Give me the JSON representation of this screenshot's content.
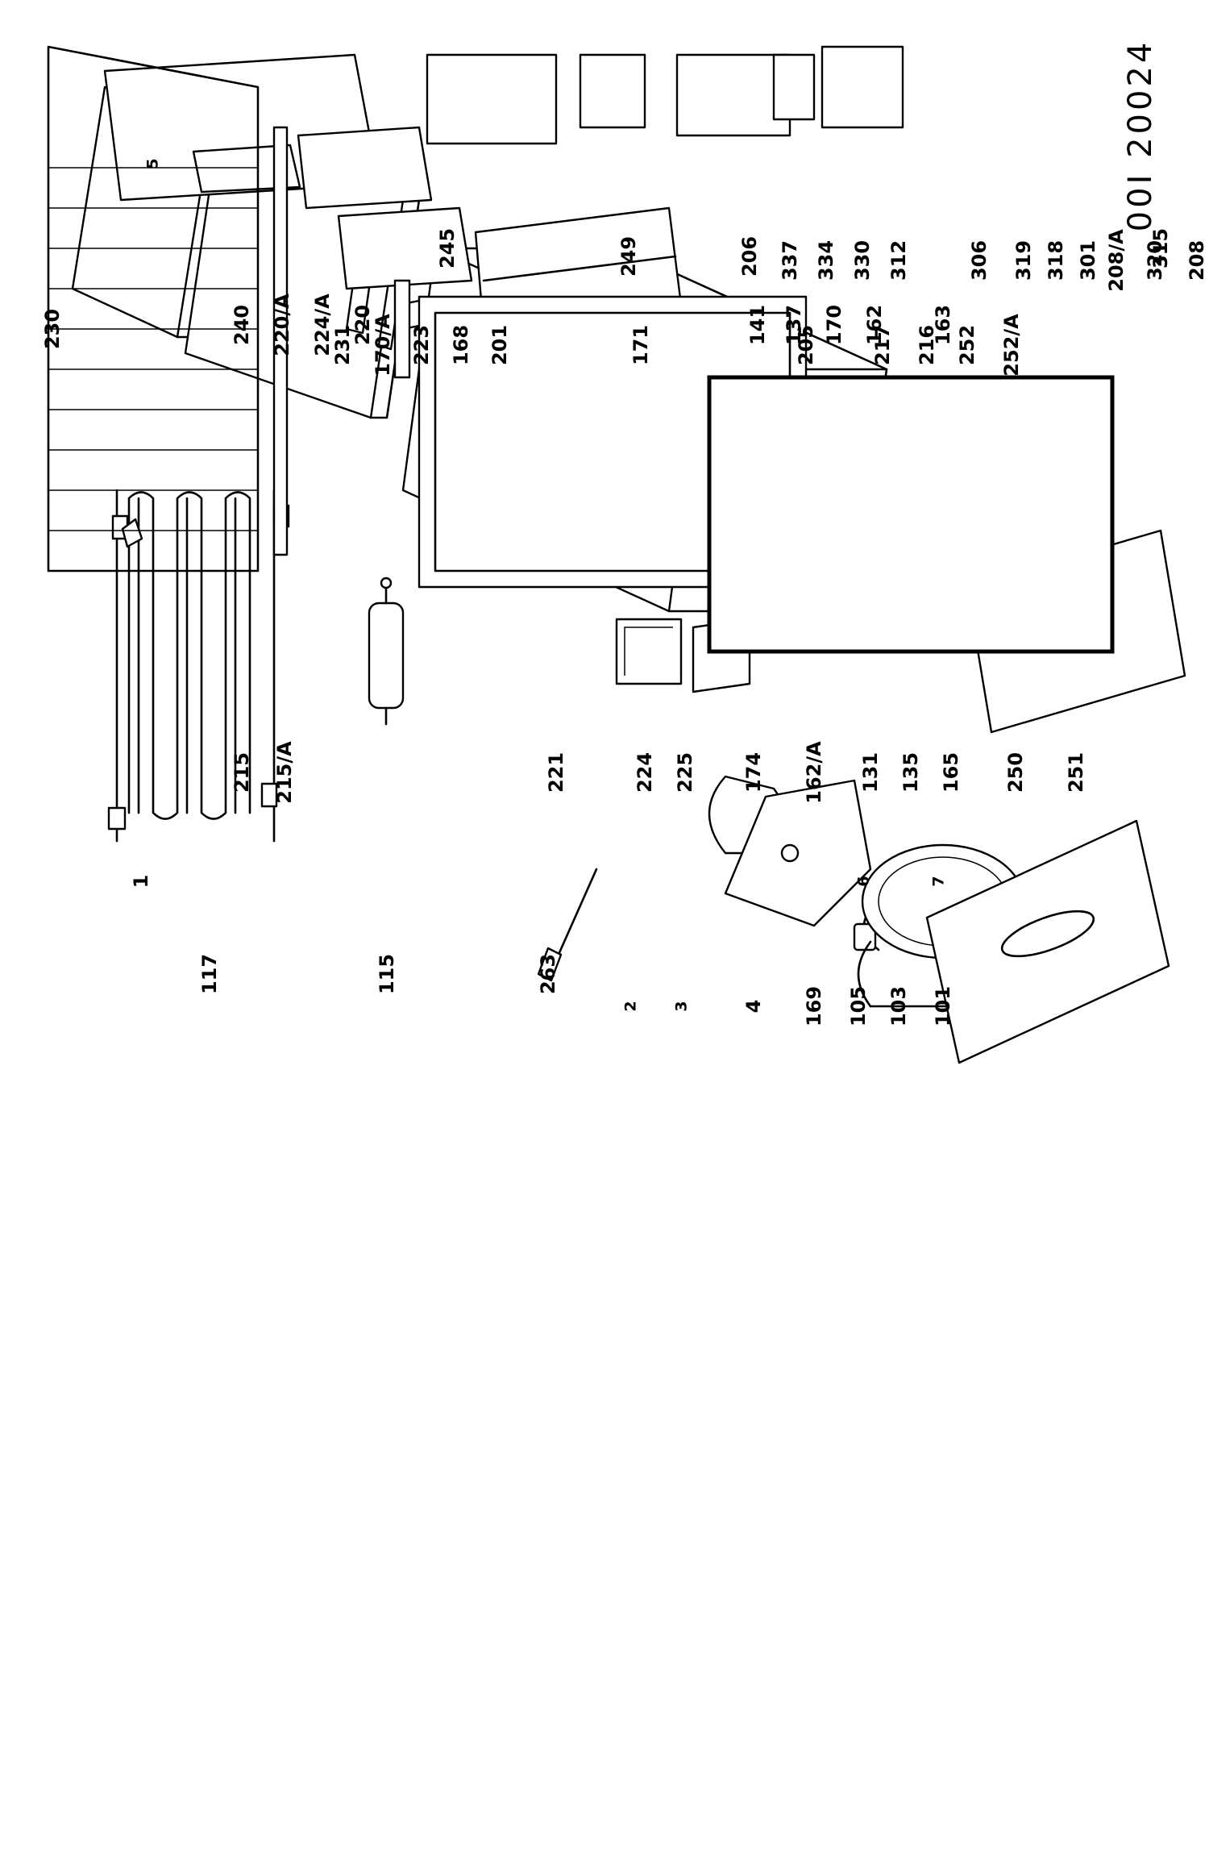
{
  "document_number": "00I 20024",
  "callouts": {
    "c1": "1",
    "c2": "2",
    "c3": "3",
    "c4": "4",
    "c5": "5",
    "c6": "6",
    "c7": "7",
    "c101": "101",
    "c103": "103",
    "c105": "105",
    "c115": "115",
    "c117": "117",
    "c131": "131",
    "c135": "135",
    "c137": "137",
    "c141": "141",
    "c162": "162",
    "c162a": "162/A",
    "c163": "163",
    "c165": "165",
    "c168": "168",
    "c169": "169",
    "c170": "170",
    "c170a": "170/A",
    "c171": "171",
    "c174": "174",
    "c201": "201",
    "c205": "205",
    "c206": "206",
    "c208": "208",
    "c208a": "208/A",
    "c215": "215",
    "c215a": "215/A",
    "c216": "216",
    "c217": "217",
    "c220": "220",
    "c220a": "220/A",
    "c221": "221",
    "c223": "223",
    "c224": "224",
    "c224a": "224/A",
    "c225": "225",
    "c230": "230",
    "c231": "231",
    "c240": "240",
    "c245": "245",
    "c249": "249",
    "c250": "250",
    "c251": "251",
    "c252": "252",
    "c252a": "252/A",
    "c263": "263",
    "c301": "301",
    "c306": "306",
    "c312": "312",
    "c315": "315",
    "c318": "318",
    "c319": "319",
    "c320": "320",
    "c330": "330",
    "c334": "334",
    "c337": "337"
  }
}
